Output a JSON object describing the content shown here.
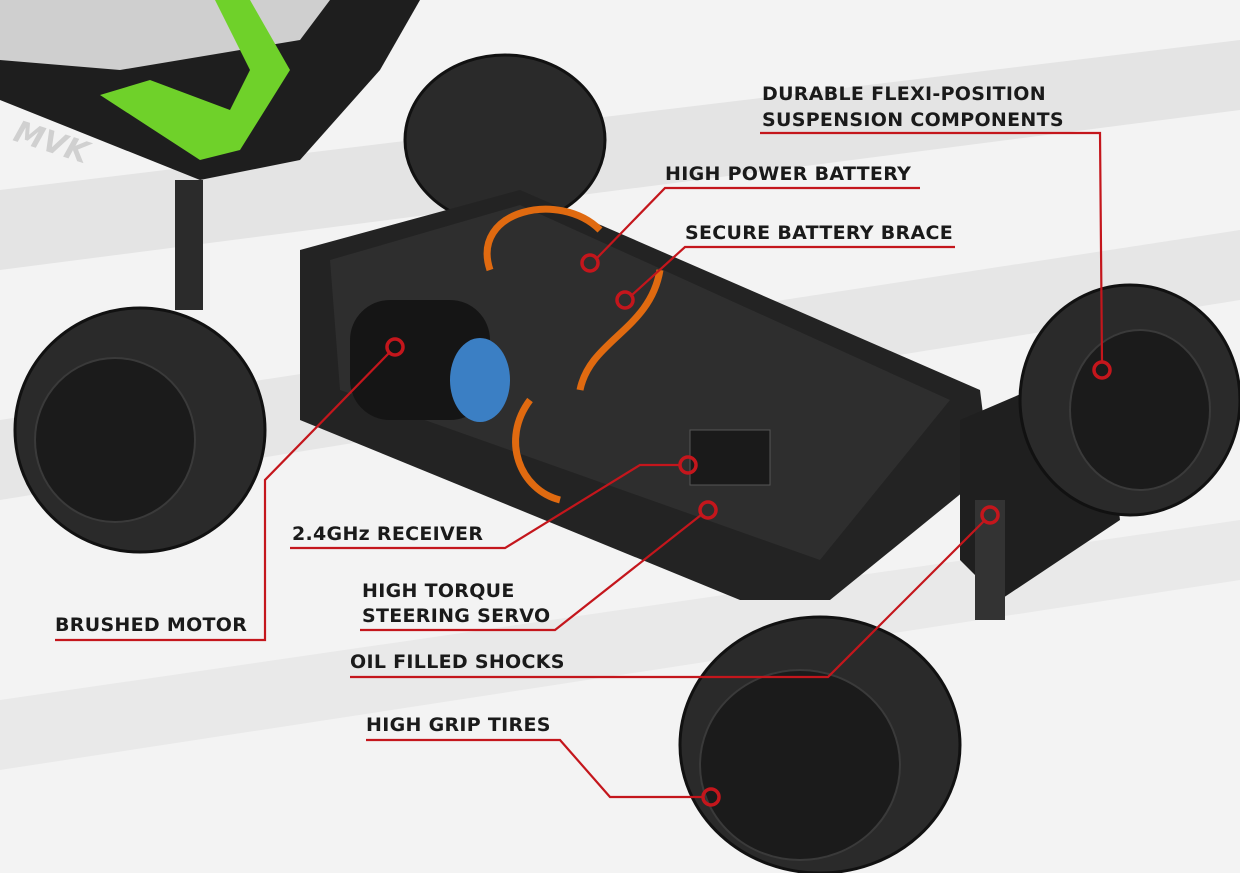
{
  "image": {
    "body_logo": "MVK",
    "callouts": [
      {
        "id": "suspension",
        "lines": [
          "DURABLE FLEXI-POSITION",
          "SUSPENSION COMPONENTS"
        ]
      },
      {
        "id": "battery",
        "lines": [
          "HIGH POWER BATTERY"
        ]
      },
      {
        "id": "brace",
        "lines": [
          "SECURE BATTERY BRACE"
        ]
      },
      {
        "id": "receiver",
        "lines": [
          "2.4GHz RECEIVER"
        ]
      },
      {
        "id": "servo",
        "lines": [
          "HIGH TORQUE",
          "STEERING SERVO"
        ]
      },
      {
        "id": "motor",
        "lines": [
          "BRUSHED MOTOR"
        ]
      },
      {
        "id": "shocks",
        "lines": [
          "OIL FILLED SHOCKS"
        ]
      },
      {
        "id": "tires",
        "lines": [
          "HIGH GRIP TIRES"
        ]
      }
    ],
    "colors": {
      "callout": "#c4161c",
      "body_green": "#6fd12a",
      "chassis": "#232323",
      "background": "#f2f2f2"
    }
  }
}
